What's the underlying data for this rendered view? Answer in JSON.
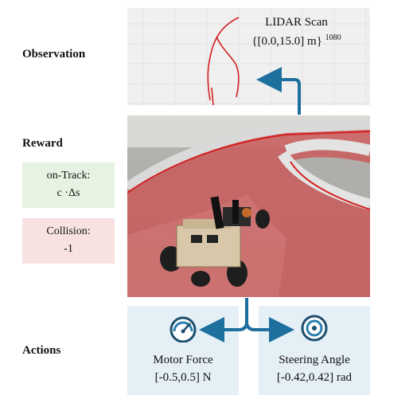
{
  "rows": {
    "observation": "Observation",
    "reward": "Reward",
    "actions": "Actions"
  },
  "observation": {
    "title": "LIDAR Scan",
    "range": "{[0.0,15.0] m}",
    "exponent": "1080"
  },
  "reward": {
    "on_track": {
      "label": "on-Track:",
      "value": "c ·Δs"
    },
    "collision": {
      "label": "Collision:",
      "value": "-1"
    }
  },
  "actions": {
    "motor": {
      "label": "Motor Force",
      "range": "[-0.5,0.5] N",
      "icon": "speedometer-icon"
    },
    "steering": {
      "label": "Steering Angle",
      "range": "[-0.42,0.42] rad",
      "icon": "steering-wheel-icon"
    }
  },
  "colors": {
    "arrow": "#1d6f9e",
    "lidar": "#d42020",
    "track_red": "#e8a0a0",
    "on_track_bg": "#e6f2e2",
    "collision_bg": "#f7e1e1",
    "action_bg": "#e5eff6"
  }
}
